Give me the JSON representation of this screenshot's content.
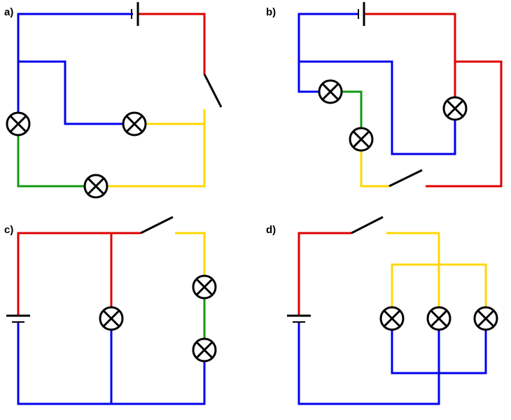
{
  "panels": [
    {
      "label": "a)"
    },
    {
      "label": "b)"
    },
    {
      "label": "c)"
    },
    {
      "label": "d)"
    }
  ],
  "colors": {
    "blue": "#0000ee",
    "red": "#dd0000",
    "yellow": "#ffd700",
    "green": "#119911",
    "black": "#000000"
  },
  "icons": [
    "lamp-icon",
    "battery-icon",
    "switch-icon"
  ]
}
